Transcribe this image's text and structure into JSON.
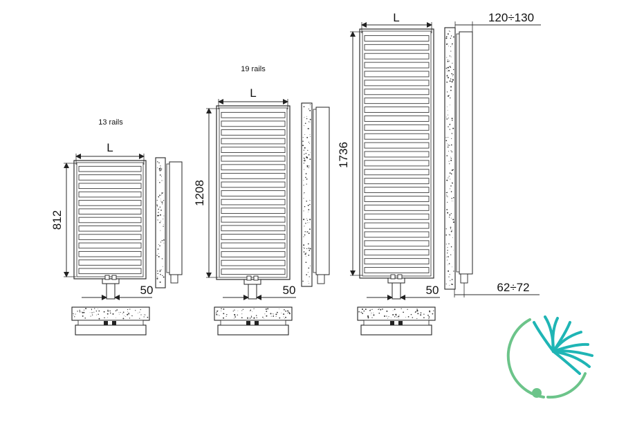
{
  "figure": {
    "variants": [
      {
        "rails_label": "13 rails",
        "height_label": "812",
        "width_label": "L",
        "offset_label": "50",
        "rails": 13
      },
      {
        "rails_label": "19 rails",
        "height_label": "1208",
        "width_label": "L",
        "offset_label": "50",
        "rails": 19
      },
      {
        "rails_label": "",
        "height_label": "1736",
        "width_label": "L",
        "offset_label": "50",
        "rails": 27
      }
    ],
    "wall_distance_label": "120÷130",
    "pipe_distance_label": "62÷72"
  },
  "logo": {
    "colors": {
      "teal": "#1fb5b5",
      "green": "#6cc48a"
    }
  }
}
